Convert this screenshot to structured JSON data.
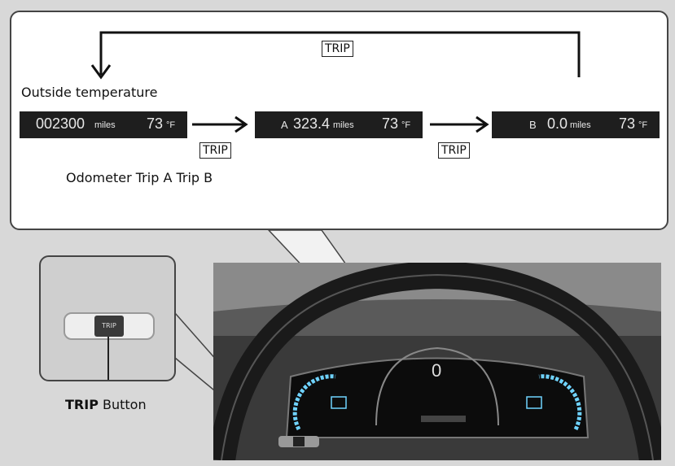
{
  "callout": {
    "top_trip_label": "TRIP",
    "outside_temp_label": "Outside temperature",
    "displays": [
      {
        "prefix": "",
        "value": "002300",
        "unit": "miles",
        "temp": "73",
        "temp_unit": "°F"
      },
      {
        "prefix": "A",
        "value": "323.4",
        "unit": "miles",
        "temp": "73",
        "temp_unit": "°F"
      },
      {
        "prefix": "B",
        "value": "0.0",
        "unit": "miles",
        "temp": "73",
        "temp_unit": "°F"
      }
    ],
    "arrow_labels": [
      "TRIP",
      "TRIP"
    ],
    "bottom_caption": "Odometer Trip A Trip B"
  },
  "inset": {
    "button_text": "TRIP",
    "caption_bold": "TRIP",
    "caption_rest": " Button"
  },
  "cluster": {
    "speed": "0"
  },
  "colors": {
    "lcd_bg": "#1e1e1e",
    "lcd_text": "#e8e8e8",
    "cluster_accent": "#6fd3ff"
  }
}
